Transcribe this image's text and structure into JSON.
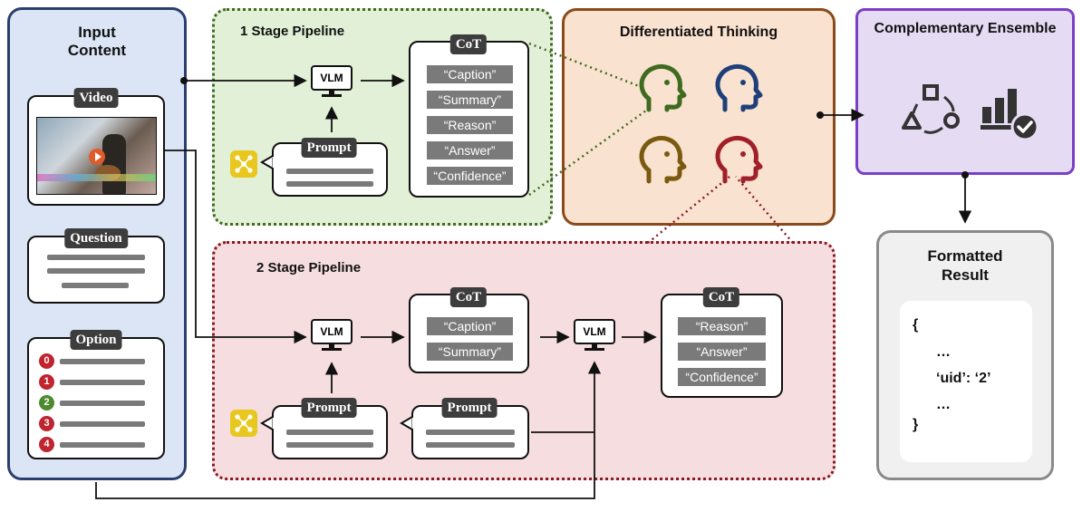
{
  "input_panel": {
    "title_line1": "Input",
    "title_line2": "Content",
    "video_tag": "Video",
    "question_tag": "Question",
    "option_tag": "Option",
    "option_numbers": [
      "0",
      "1",
      "2",
      "3",
      "4"
    ],
    "option_colors": [
      "#c0242f",
      "#c0242f",
      "#4d8a2e",
      "#c0242f",
      "#c0242f"
    ]
  },
  "stage1": {
    "title": "1 Stage Pipeline",
    "vlm_label": "VLM",
    "prompt_tag": "Prompt",
    "cot_tag": "CoT",
    "cot_items": [
      "“Caption”",
      "“Summary”",
      "“Reason”",
      "“Answer”",
      "“Confidence”"
    ]
  },
  "stage2": {
    "title": "2 Stage Pipeline",
    "vlm1_label": "VLM",
    "vlm2_label": "VLM",
    "prompt1_tag": "Prompt",
    "prompt2_tag": "Prompt",
    "cot1_tag": "CoT",
    "cot1_items": [
      "“Caption”",
      "“Summary”"
    ],
    "cot2_tag": "CoT",
    "cot2_items": [
      "“Reason”",
      "“Answer”",
      "“Confidence”"
    ]
  },
  "thinking": {
    "title": "Differentiated Thinking",
    "head_colors": [
      "#3e6b20",
      "#1f3f7a",
      "#7a5a10",
      "#a01f28"
    ]
  },
  "ensemble": {
    "title": "Complementary Ensemble",
    "icons": [
      "cycle-icon",
      "bar-chart-check-icon"
    ]
  },
  "result": {
    "title_line1": "Formatted",
    "title_line2": "Result",
    "json_lines": [
      "{",
      "…",
      "‘uid’:  ‘2’",
      "…",
      "}"
    ]
  },
  "colors": {
    "input_bg": "#dbe5f5",
    "input_border": "#2b3f6e",
    "stage1_bg": "#e3f0d8",
    "stage1_border": "#3e6b20",
    "stage2_bg": "#f6dde0",
    "stage2_border": "#8a1a22",
    "thinking_bg": "#f9e2cf",
    "thinking_border": "#8a4a1c",
    "ensemble_bg": "#e5dcf4",
    "ensemble_border": "#7b3fc6",
    "result_bg": "#f0f0f0",
    "result_border": "#8a8a8a"
  }
}
